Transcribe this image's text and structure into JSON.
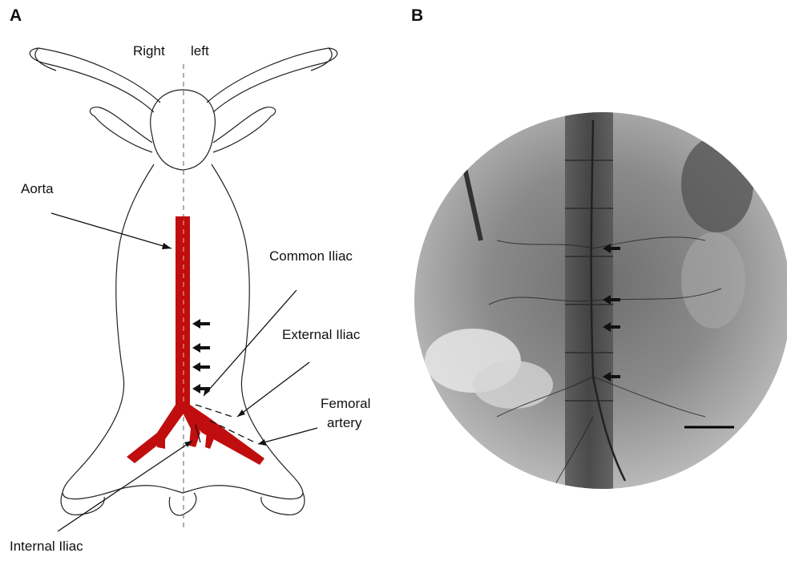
{
  "panels": {
    "a": {
      "letter": "A"
    },
    "b": {
      "letter": "B"
    }
  },
  "orientation": {
    "right": "Right",
    "left": "left"
  },
  "labels": {
    "aorta": "Aorta",
    "common_iliac": "Common Iliac",
    "external_iliac": "External Iliac",
    "femoral_line1": "Femoral",
    "femoral_line2": "artery",
    "internal_iliac": "Internal Iliac"
  },
  "colors": {
    "artery": "#c00d0d",
    "outline": "#222222",
    "fluoro_dark": "#3a3a3a",
    "fluoro_light": "#dcdcdc"
  },
  "icons": [
    "arrow-left-icon",
    "scale-bar"
  ]
}
